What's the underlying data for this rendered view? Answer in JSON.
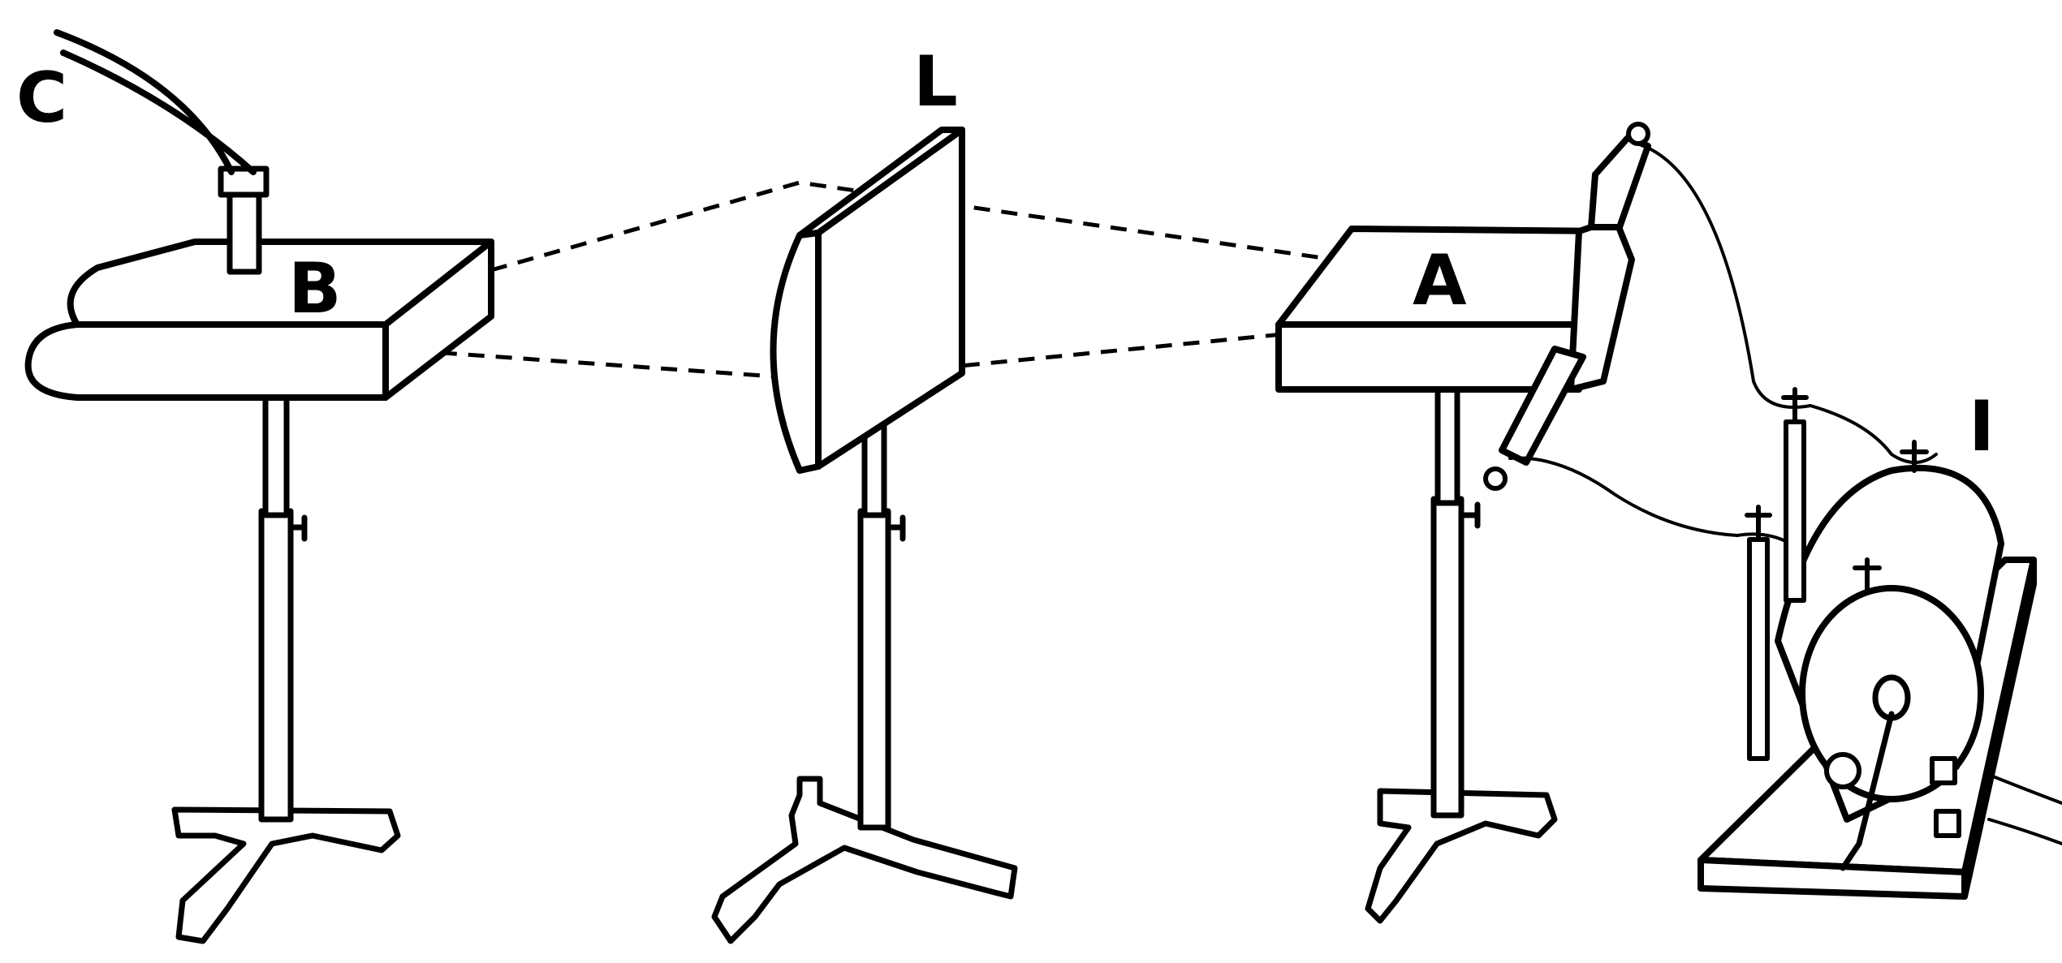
{
  "labels": {
    "c": "C",
    "b": "B",
    "l": "L",
    "a": "A",
    "i": "I"
  },
  "colors": {
    "ink": "#000000",
    "paper": "#ffffff"
  }
}
